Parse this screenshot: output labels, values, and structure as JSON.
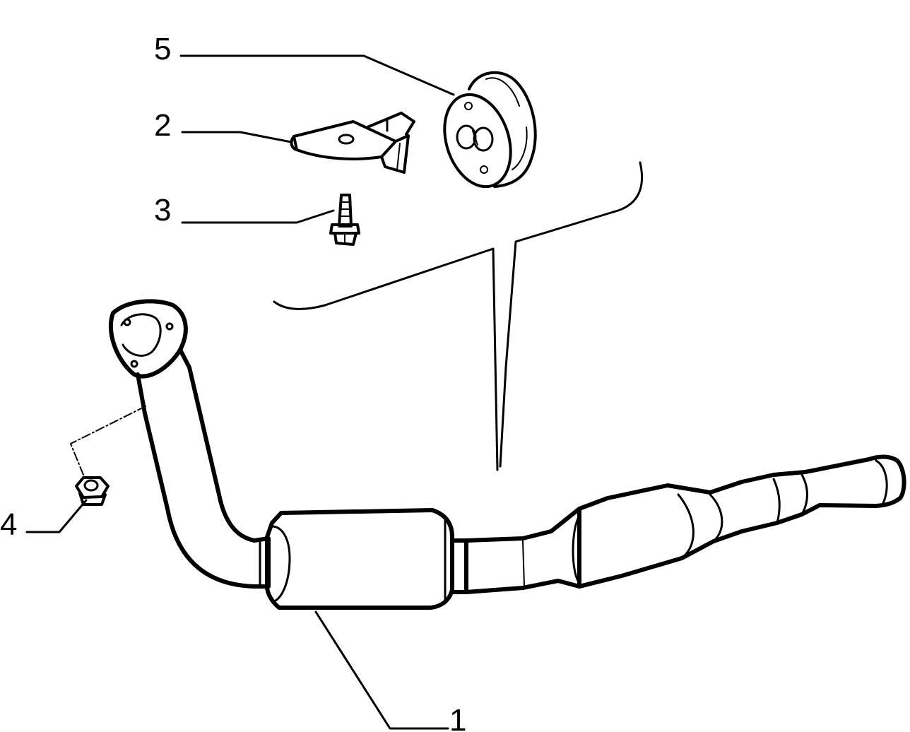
{
  "diagram": {
    "callouts": [
      {
        "id": "1",
        "label": "1",
        "part": "exhaust-pipe-with-catalytic-converter"
      },
      {
        "id": "2",
        "label": "2",
        "part": "mounting-bracket"
      },
      {
        "id": "3",
        "label": "3",
        "part": "bolt"
      },
      {
        "id": "4",
        "label": "4",
        "part": "nut"
      },
      {
        "id": "5",
        "label": "5",
        "part": "rubber-mount"
      }
    ],
    "colors": {
      "line": "#000000",
      "background": "#ffffff"
    }
  }
}
